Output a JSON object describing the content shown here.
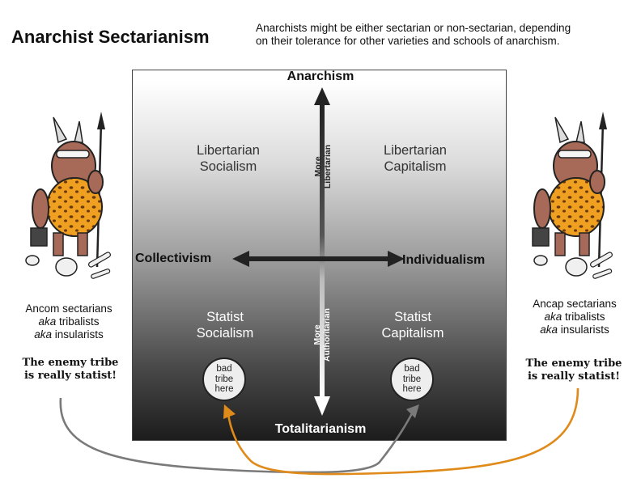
{
  "title": "Anarchist Sectarianism",
  "intro": {
    "line1": "Anarchists might be either sectarian or non-sectarian, depending",
    "line2": "on their tolerance for other varieties and schools of anarchism."
  },
  "axes": {
    "top": "Anarchism",
    "bottom": "Totalitarianism",
    "left": "Collectivism",
    "right": "Individualism",
    "up_arrow_label": [
      "More",
      "Libertarian"
    ],
    "down_arrow_label": [
      "More",
      "Authoritarian"
    ]
  },
  "quadrants": {
    "top_left": [
      "Libertarian",
      "Socialism"
    ],
    "top_right": [
      "Libertarian",
      "Capitalism"
    ],
    "bottom_left": [
      "Statist",
      "Socialism"
    ],
    "bottom_right": [
      "Statist",
      "Capitalism"
    ]
  },
  "badges": {
    "left": [
      "bad",
      "tribe",
      "here"
    ],
    "right": [
      "bad",
      "tribe",
      "here"
    ]
  },
  "left_group": {
    "line1": "Ancom sectarians",
    "aka1": "aka",
    "rest1": " tribalists",
    "aka2": "aka",
    "rest2": " insularists",
    "quote": [
      "The enemy tribe",
      "is really statist!"
    ]
  },
  "right_group": {
    "line1": "Ancap sectarians",
    "aka1": "aka",
    "rest1": " tribalists",
    "aka2": "aka",
    "rest2": " insularists",
    "quote": [
      "The enemy tribe",
      "is really statist!"
    ]
  },
  "colors": {
    "left_curve": "#7a7a7a",
    "right_curve": "#e08a1a",
    "skin": "#a86a58",
    "leopard": "#f0a020"
  },
  "icons": [
    "caveman-left-illustration",
    "caveman-right-illustration",
    "arrow-up-icon",
    "arrow-down-icon",
    "arrow-left-icon",
    "arrow-right-icon"
  ]
}
